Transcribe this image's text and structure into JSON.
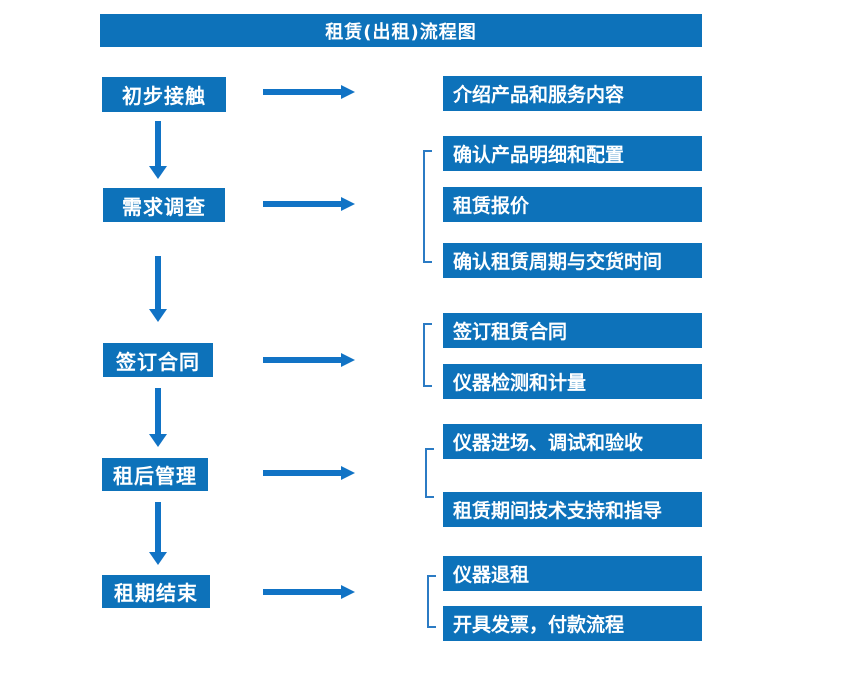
{
  "title": "租赁(出租)流程图",
  "colors": {
    "box_blue": "#0d72ba",
    "arrow_blue": "#1173c5",
    "bracket_blue": "#2b7bc4",
    "text_white": "#ffffff",
    "background": "#ffffff"
  },
  "steps": [
    {
      "label": "初步接触",
      "outputs": [
        "介绍产品和服务内容"
      ]
    },
    {
      "label": "需求调查",
      "outputs": [
        "确认产品明细和配置",
        "租赁报价",
        "确认租赁周期与交货时间"
      ]
    },
    {
      "label": "签订合同",
      "outputs": [
        "签订租赁合同",
        "仪器检测和计量"
      ]
    },
    {
      "label": "租后管理",
      "outputs": [
        "仪器进场、调试和验收",
        "租赁期间技术支持和指导"
      ]
    },
    {
      "label": "租期结束",
      "outputs": [
        "仪器退租",
        "开具发票，付款流程"
      ]
    }
  ]
}
